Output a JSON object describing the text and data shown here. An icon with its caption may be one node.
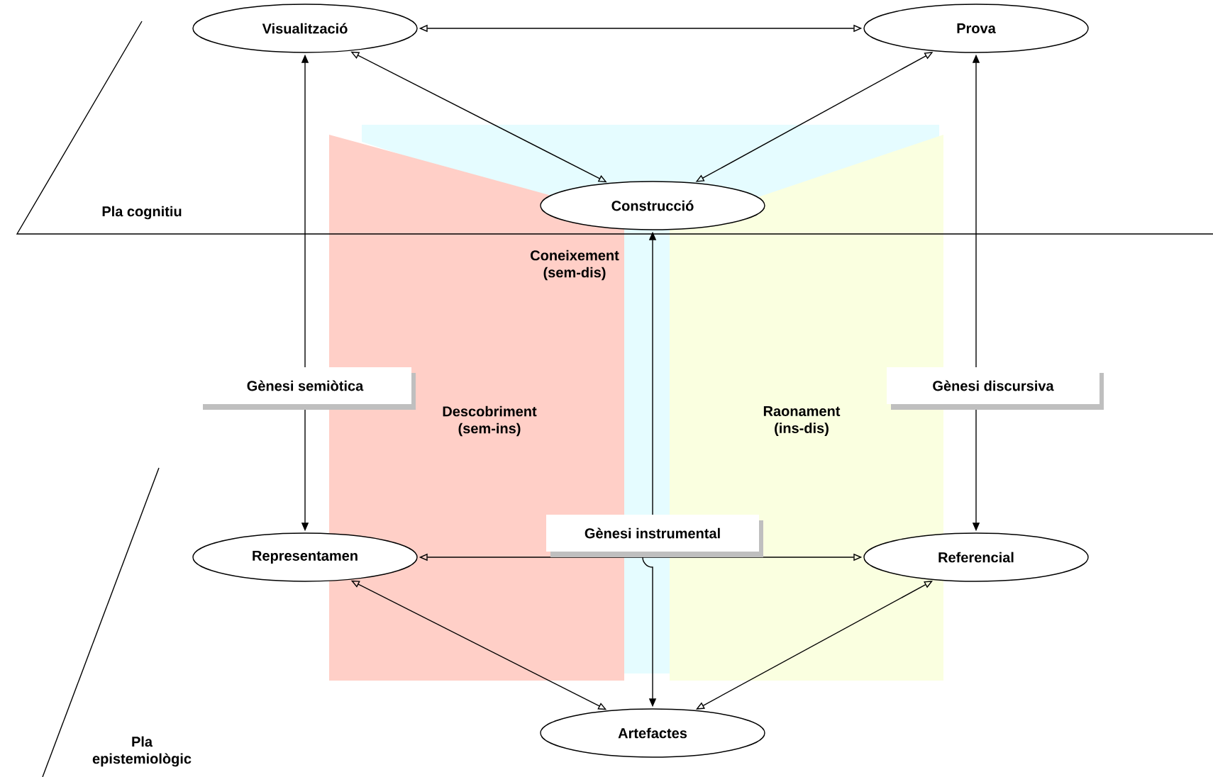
{
  "diagram": {
    "nodes": [
      {
        "text": [
          "Visualització"
        ]
      },
      {
        "text": [
          "Prova"
        ]
      },
      {
        "text": [
          "Construcció"
        ]
      },
      {
        "text": [
          "Representamen"
        ]
      },
      {
        "text": [
          "Referencial"
        ]
      },
      {
        "text": [
          "Artefactes"
        ]
      }
    ],
    "edges": [
      {
        "from": 0,
        "to": 1,
        "arrow": "both"
      },
      {
        "from": 0,
        "to": 2,
        "arrow": "both"
      },
      {
        "from": 1,
        "to": 2,
        "arrow": "both"
      },
      {
        "from": 0,
        "to": 3,
        "arrow": "both",
        "label": "Gènesi semiòtica"
      },
      {
        "from": 1,
        "to": 4,
        "arrow": "both",
        "label": "Gènesi discursiva"
      },
      {
        "from": 2,
        "to": 5,
        "arrow": "both",
        "label": "Gènesi instrumental"
      },
      {
        "from": 3,
        "to": 4,
        "arrow": "both"
      },
      {
        "from": 3,
        "to": 5,
        "arrow": "both"
      },
      {
        "from": 4,
        "to": 5,
        "arrow": "both"
      }
    ],
    "labels": [
      "Pla cognitiu",
      "Coneixement (sem-dis)",
      "Descobriment (sem-ins)",
      "Raonament (ins-dis)",
      "Pla epistemiològic"
    ]
  }
}
